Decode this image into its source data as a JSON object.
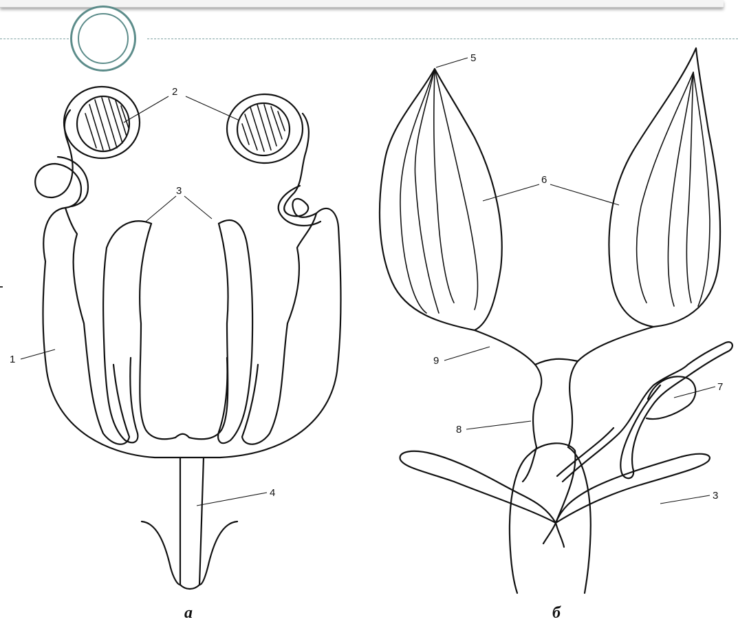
{
  "labels": {
    "n1": "1",
    "n2": "2",
    "n3_left": "3",
    "n3_right": "3",
    "n4": "4",
    "n5": "5",
    "n6": "6",
    "n7": "7",
    "n8": "8",
    "n9": "9"
  },
  "captions": {
    "a": "а",
    "b": "б"
  },
  "colors": {
    "ring": "#5c8c8a",
    "dashed_line": "#7fa3a3",
    "drawing": "#111111"
  }
}
